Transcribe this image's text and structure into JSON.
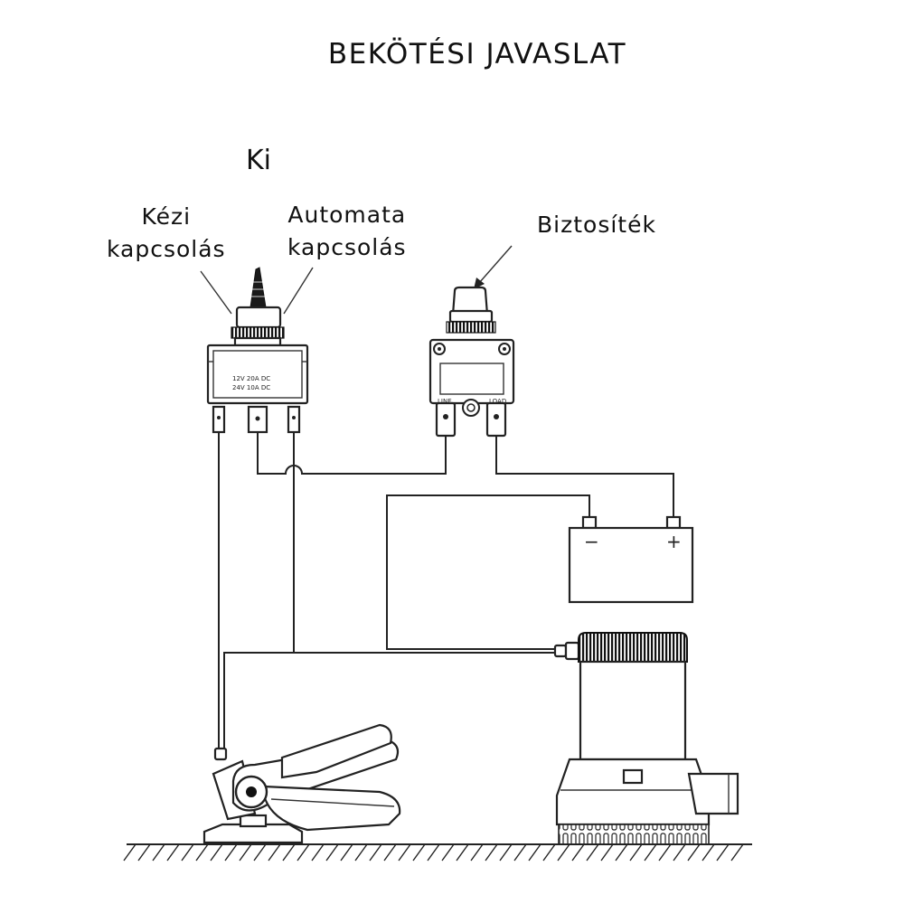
{
  "title": "BEKÖTÉSI JAVASLAT",
  "labels": {
    "off": "Ki",
    "manual_line1": "Kézi",
    "manual_line2": "kapcsolás",
    "auto_line1": "Automata",
    "auto_line2": "kapcsolás",
    "fuse": "Biztosíték"
  },
  "switch_rating": {
    "line1": "12V  20A  DC",
    "line2": "24V  10A  DC"
  },
  "breaker_terminals": {
    "left": "LINE",
    "right": "LOAD"
  },
  "battery": {
    "negative": "−",
    "positive": "+"
  }
}
